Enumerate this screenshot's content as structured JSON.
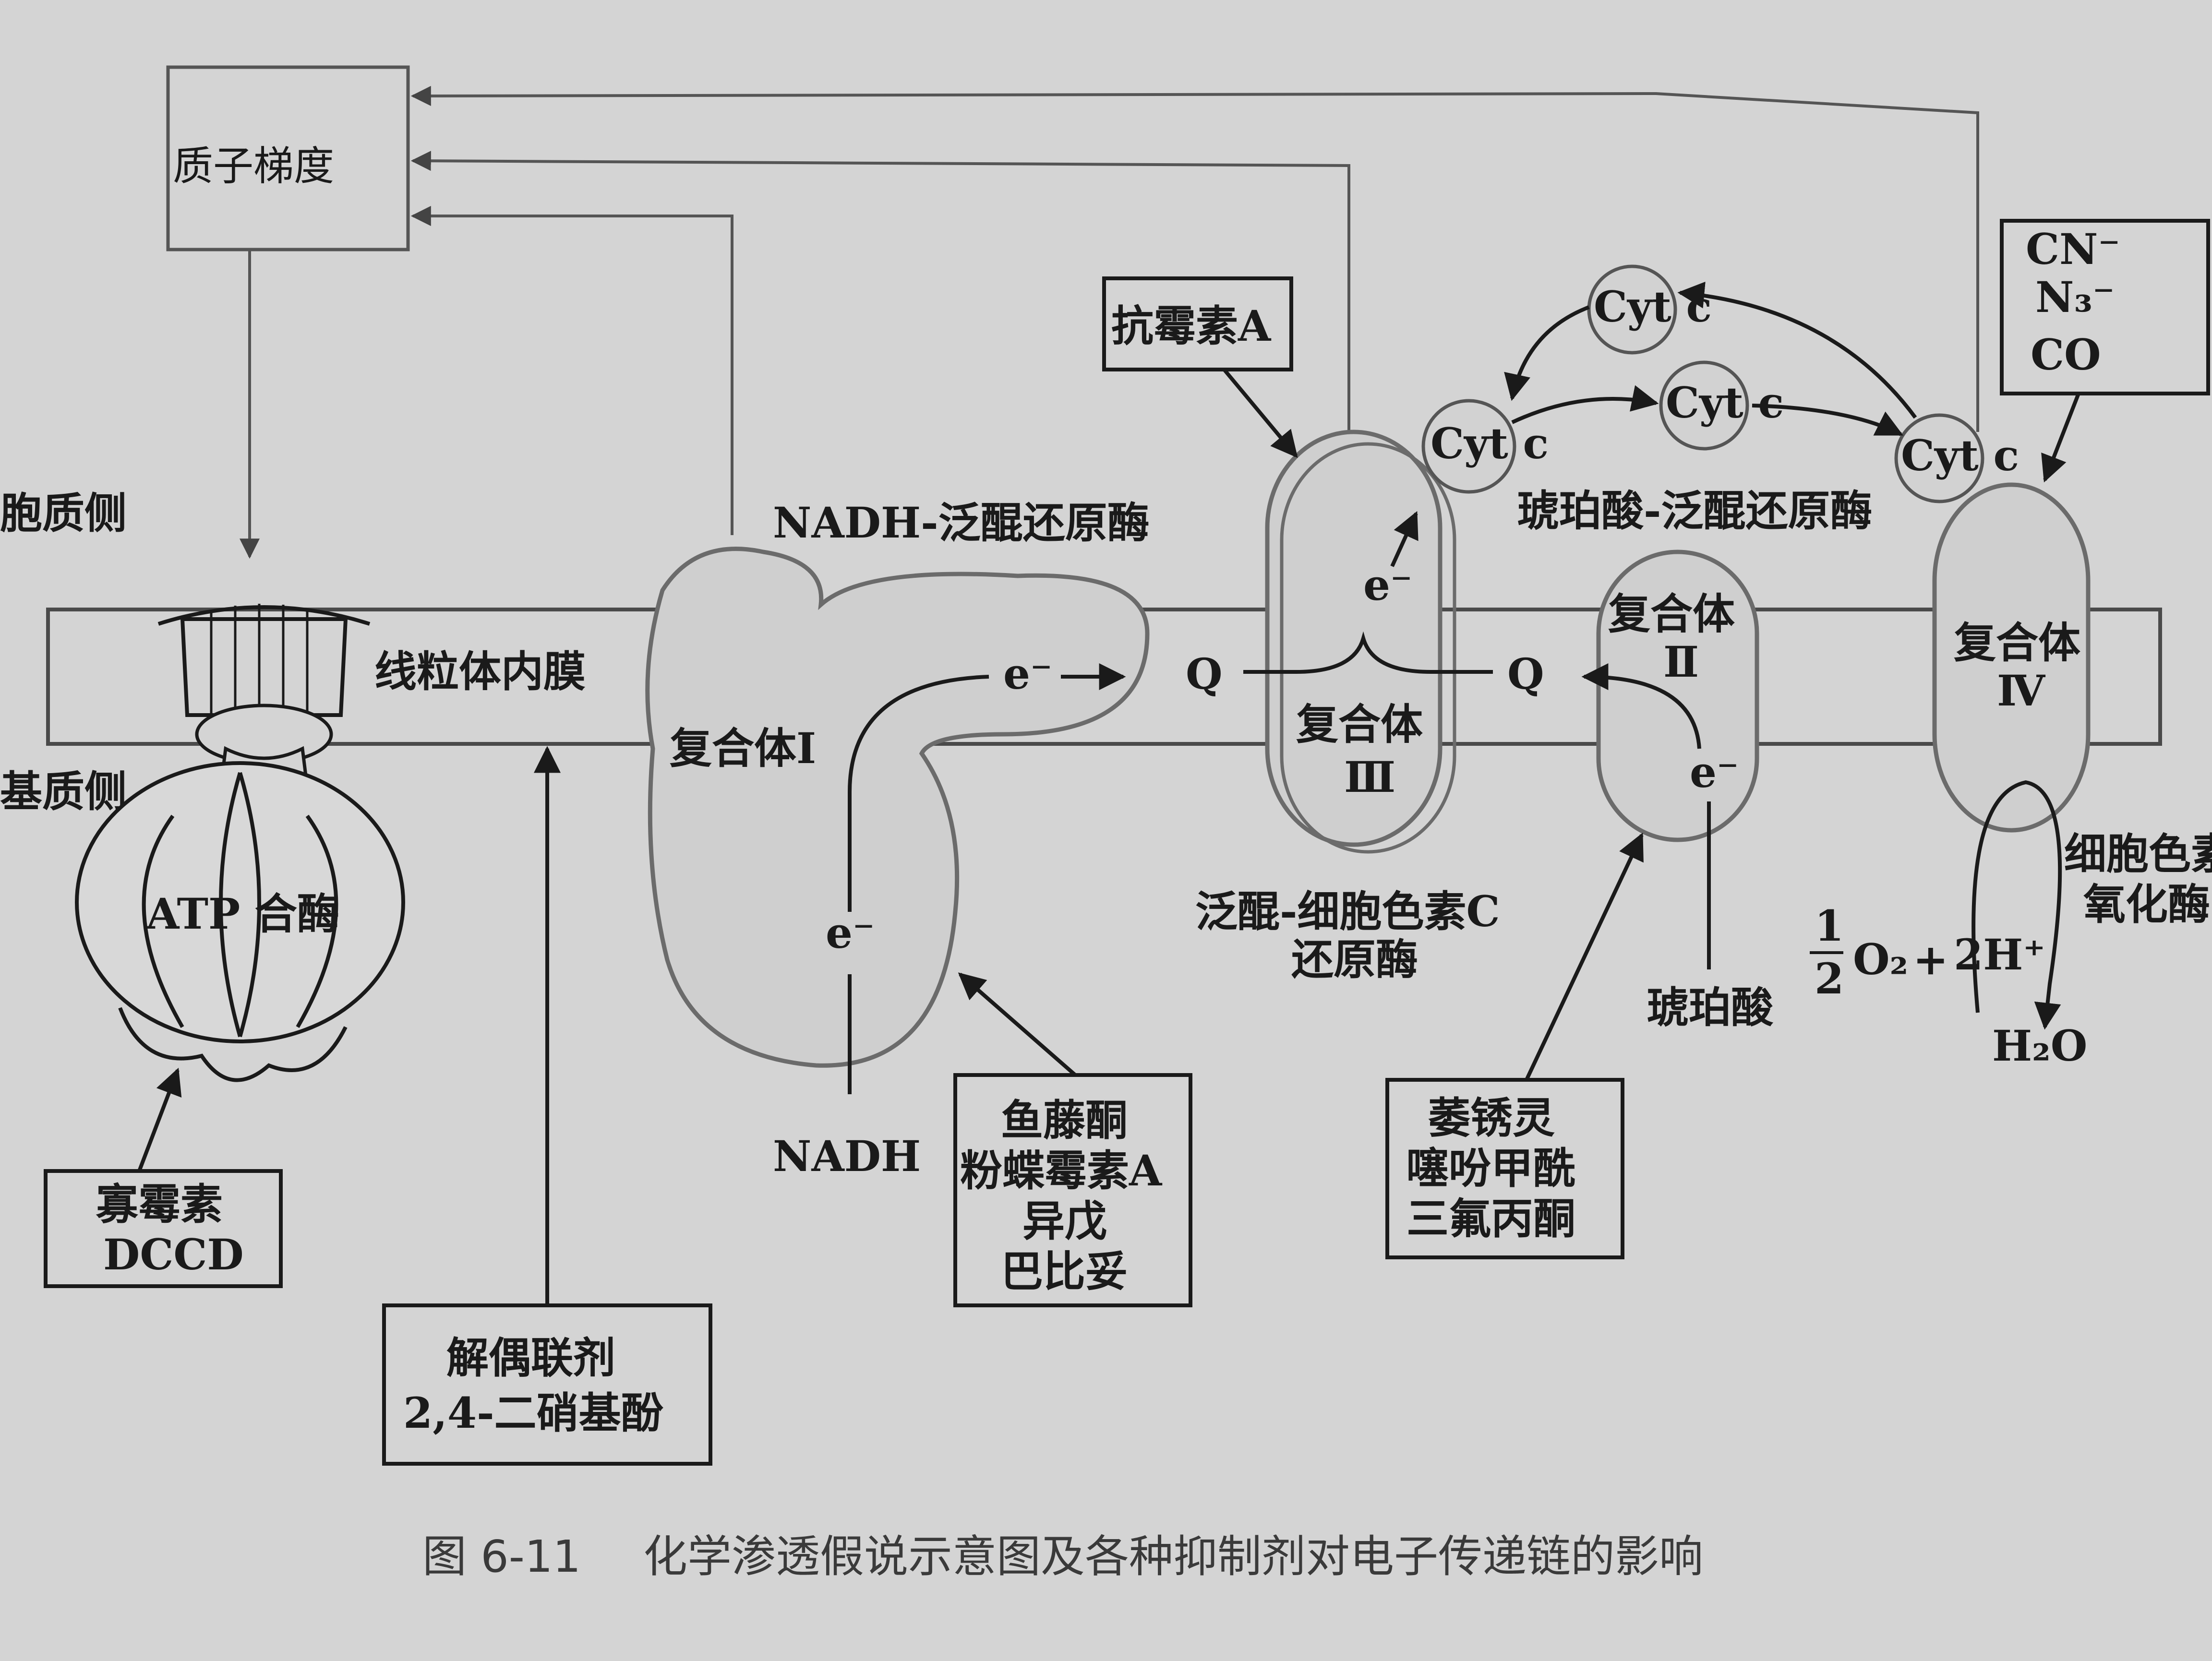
{
  "figure": {
    "caption_number": "图 6-11",
    "caption_text": "化学渗透假说示意图及各种抑制剂对电子传递链的影响"
  },
  "labels": {
    "proton_gradient": "质子梯度",
    "cytoplasm_side": "胞质侧",
    "matrix_side": "基质侧",
    "inner_membrane": "线粒体内膜",
    "atp_synthase": "ATP 合酶",
    "complex1": "复合体Ⅰ",
    "complex1_name": "NADH-泛醌还原酶",
    "complex2_line1": "复合体",
    "complex2_line2": "Ⅱ",
    "complex2_name": "琥珀酸-泛醌还原酶",
    "complex3_line1": "复合体",
    "complex3_line2": "Ⅲ",
    "complex3_name_line1": "泛醌-细胞色素C",
    "complex3_name_line2": "还原酶",
    "complex4_line1": "复合体",
    "complex4_line2": "Ⅳ",
    "complex4_name_line1": "细胞色素",
    "complex4_name_line2": "氧化酶",
    "nadh": "NADH",
    "succinate": "琥珀酸",
    "q1": "Q",
    "q2": "Q",
    "electron": "e⁻",
    "cytc": "Cyt c",
    "half": "1",
    "half_den": "2",
    "o2": "O₂",
    "plus": "+",
    "two_h": "2H⁺",
    "h2o": "H₂O"
  },
  "inhibitors": {
    "oligomycin": [
      "寡霉素",
      "DCCD"
    ],
    "uncoupler": [
      "解偶联剂",
      "2,4-二硝基酚"
    ],
    "complex1_inhibitors": [
      "鱼藤酮",
      "粉蝶霉素A",
      "异戊",
      "巴比妥"
    ],
    "antimycin": [
      "抗霉素A"
    ],
    "complex2_inhibitors": [
      "萎锈灵",
      "噻吩甲酰",
      "三氟丙酮"
    ],
    "complex4_inhibitors": [
      "CN⁻",
      "N₃⁻",
      "CO"
    ]
  }
}
